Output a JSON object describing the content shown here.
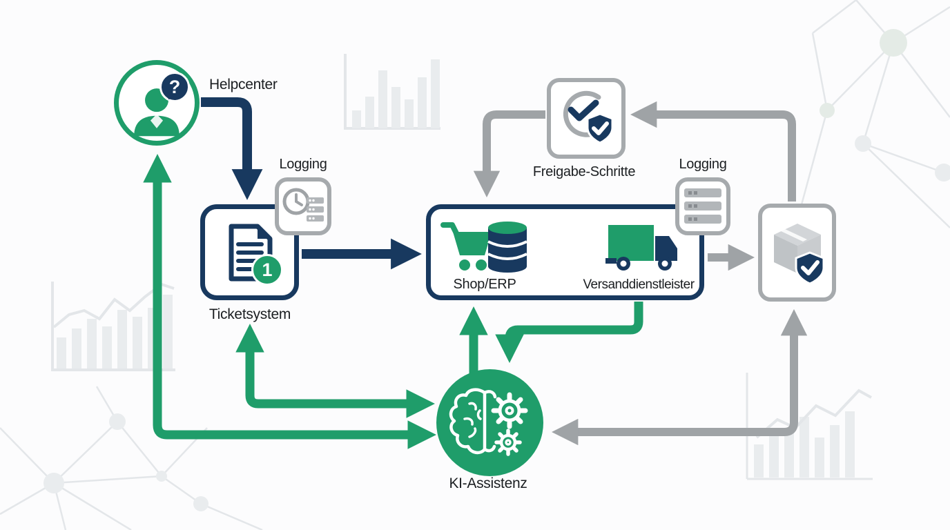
{
  "title": "Prozess-Diagramm KI-Assistenz",
  "colors": {
    "navy": "#18395f",
    "green": "#1f9d6a",
    "gray": "#9fa3a6",
    "boxgray": "#a6aaad",
    "decor": "#e9ecee",
    "decorline": "#e3e6e9",
    "bg": "#fcfcfd",
    "text": "#1b1e21"
  },
  "nodes": {
    "helpcenter": {
      "label": "Helpcenter",
      "icons": [
        "person-icon",
        "question-bubble-icon"
      ],
      "question_mark": "?"
    },
    "logging_left": {
      "label": "Logging",
      "icon": "clock-server-icon"
    },
    "ticketsystem": {
      "label": "Ticketsystem",
      "icon": "document-icon",
      "badge": "1"
    },
    "shop_erp": {
      "label": "Shop/ERP",
      "icons": [
        "cart-icon",
        "database-icon"
      ]
    },
    "versanddienstleister": {
      "label": "Versanddienstleister",
      "icon": "truck-icon"
    },
    "freigabe": {
      "label": "Freigabe-Schritte",
      "icons": [
        "check-circle-icon",
        "shield-check-icon"
      ]
    },
    "logging_right": {
      "label": "Logging",
      "icon": "server-icon"
    },
    "package": {
      "label": "",
      "icons": [
        "package-icon",
        "shield-check-icon"
      ]
    },
    "ki": {
      "label": "KI-Assistenz",
      "icons": [
        "brain-icon",
        "gears-icon"
      ]
    }
  },
  "connections": [
    {
      "from": "helpcenter",
      "to": "ticketsystem",
      "color": "navy"
    },
    {
      "from": "ticketsystem",
      "to": "shop_erp",
      "color": "navy"
    },
    {
      "from": "shop_erp",
      "to": "versanddienstleister",
      "color": "green"
    },
    {
      "from": "package",
      "to": "freigabe",
      "color": "gray"
    },
    {
      "from": "freigabe",
      "to": "shop_erp",
      "color": "gray"
    },
    {
      "from": "shop_erp",
      "to": "package",
      "color": "gray"
    },
    {
      "from": "package",
      "to": "ki",
      "color": "gray"
    },
    {
      "from": "ki",
      "to": "helpcenter",
      "color": "green"
    },
    {
      "from": "ki",
      "to": "ticketsystem",
      "color": "green"
    },
    {
      "from": "ki",
      "to": "shop_erp",
      "color": "green"
    },
    {
      "from": "versanddienstleister",
      "to": "ki",
      "color": "green"
    }
  ]
}
